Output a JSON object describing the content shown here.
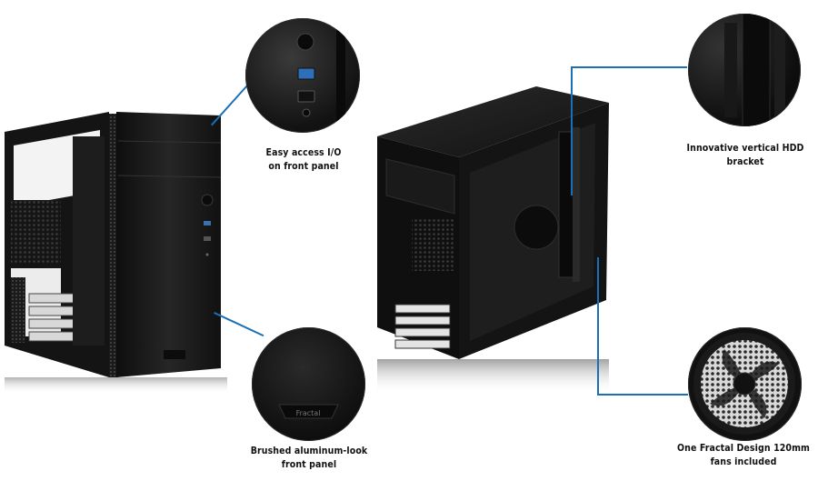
{
  "callouts": {
    "io": {
      "line1": "Easy access I/O",
      "line2": "on front panel"
    },
    "hdd": {
      "line1": "Innovative vertical HDD bracket"
    },
    "panel": {
      "line1": "Brushed aluminum-look",
      "line2": "front panel"
    },
    "fan": {
      "line1": "One Fractal Design 120mm",
      "line2": "fans included"
    }
  },
  "colors": {
    "accent_line": "#1a6fb5",
    "case_body": "#1b1b1b",
    "background": "#ffffff"
  },
  "logo_text": "Fractal"
}
